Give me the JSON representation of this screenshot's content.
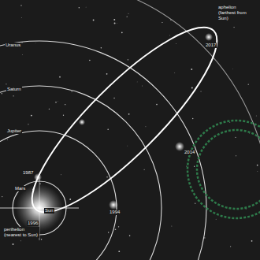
{
  "diagram": {
    "labels": [
      "Uranus",
      "Saturn",
      "Jupiter",
      "1987",
      "Mars",
      "Sun",
      "1996",
      "perihelion (nearest to Sun)",
      "1994",
      "2014",
      "2017",
      "aphelion (farthest from Sun)"
    ]
  }
}
